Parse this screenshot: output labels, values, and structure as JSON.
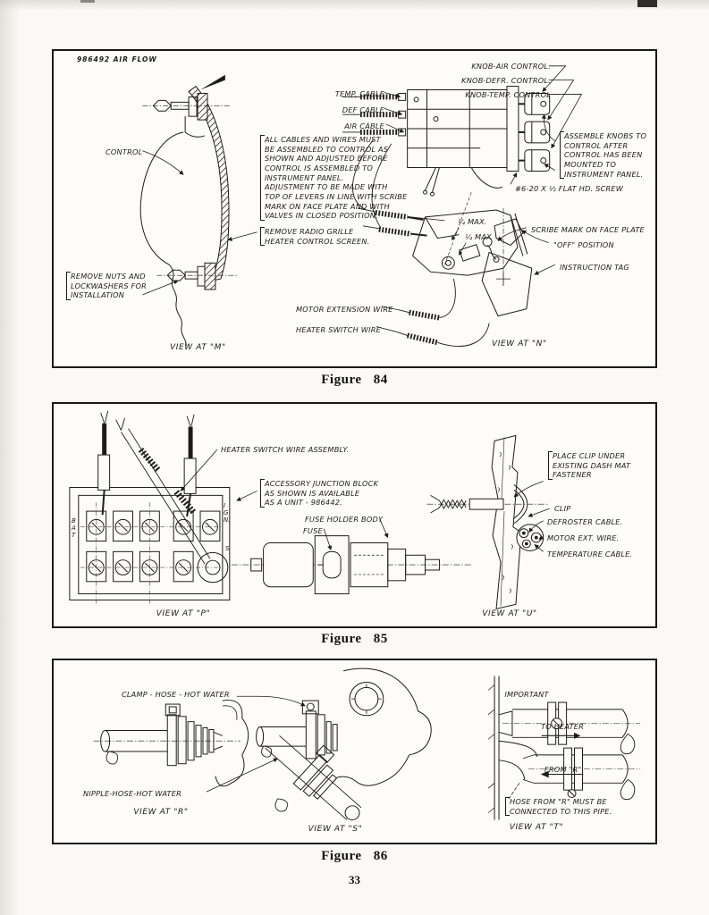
{
  "page_number": "33",
  "fig84": {
    "caption": "Figure 84",
    "handwritten_note": "986492 AIR FLOW",
    "labels": {
      "control": "CONTROL",
      "temp_cable": "TEMP. CABLE",
      "def_cable": "DEF CABLE",
      "air_cable": "AIR CABLE",
      "knob_air": "KNOB-AIR CONTROL.",
      "knob_defr": "KNOB-DEFR. CONTROL.",
      "knob_temp": "KNOB-TEMP. CONTROL",
      "cables_note": "ALL CABLES AND WIRES MUST\nBE ASSEMBLED TO CONTROL AS\nSHOWN AND ADJUSTED BEFORE\nCONTROL IS ASSEMBLED TO\nINSTRUMENT PANEL.\nADJUSTMENT TO BE MADE WITH\nTOP OF LEVERS IN LINE WITH SCRIBE\nMARK ON FACE PLATE AND WITH\nVALVES IN CLOSED POSITION.",
      "assemble_note": "ASSEMBLE KNOBS TO\nCONTROL AFTER\nCONTROL HAS BEEN\nMOUNTED TO\nINSTRUMENT PANEL.",
      "screw": "#6-20 X ½ FLAT HD. SCREW",
      "quarter_max_a": "¼ MAX.",
      "quarter_max_b": "¼ MAX",
      "scribe_mark": "SCRIBE MARK ON FACE PLATE",
      "off_position": "\"OFF\" POSITION",
      "instruction_tag": "INSTRUCTION TAG",
      "remove_grille": "REMOVE RADIO GRILLE\nHEATER CONTROL SCREEN.",
      "remove_nuts": "REMOVE NUTS AND\nLOCKWASHERS FOR\nINSTALLATION",
      "motor_wire": "MOTOR EXTENSION WIRE",
      "switch_wire": "HEATER SWITCH WIRE",
      "view_m": "VIEW AT \"M\"",
      "view_n": "VIEW AT \"N\""
    }
  },
  "fig85": {
    "caption": "Figure 85",
    "labels": {
      "heater_assy": "HEATER SWITCH WIRE ASSEMBLY.",
      "junction_note": "ACCESSORY JUNCTION BLOCK\nAS SHOWN IS AVAILABLE\nAS A UNIT - 986442.",
      "fuse_holder": "FUSE HOLDER BODY",
      "fuse": "FUSE",
      "bat": "B\nA\nT",
      "ign": "I\nG\nN.",
      "s_terminal": "S",
      "view_p": "VIEW AT \"P\"",
      "place_clip": "PLACE CLIP UNDER\nEXISTING DASH MAT\nFASTENER",
      "clip": "CLIP",
      "defroster_cable": "DEFROSTER CABLE.",
      "motor_ext_wire": "MOTOR EXT. WIRE.",
      "temperature_cable": "TEMPERATURE CABLE.",
      "view_u": "VIEW AT \"U\""
    }
  },
  "fig86": {
    "caption": "Figure 86",
    "labels": {
      "clamp_hose": "CLAMP - HOSE - HOT WATER",
      "nipple_hose": "NIPPLE-HOSE-HOT WATER",
      "view_r": "VIEW AT \"R\"",
      "view_s": "VIEW AT \"S\"",
      "important": "IMPORTANT",
      "to_heater": "TO HEATER",
      "from_r": "FROM \"R\"",
      "hose_note": "HOSE FROM \"R\" MUST BE\nCONNECTED TO THIS PIPE.",
      "view_t": "VIEW AT \"T\""
    }
  }
}
